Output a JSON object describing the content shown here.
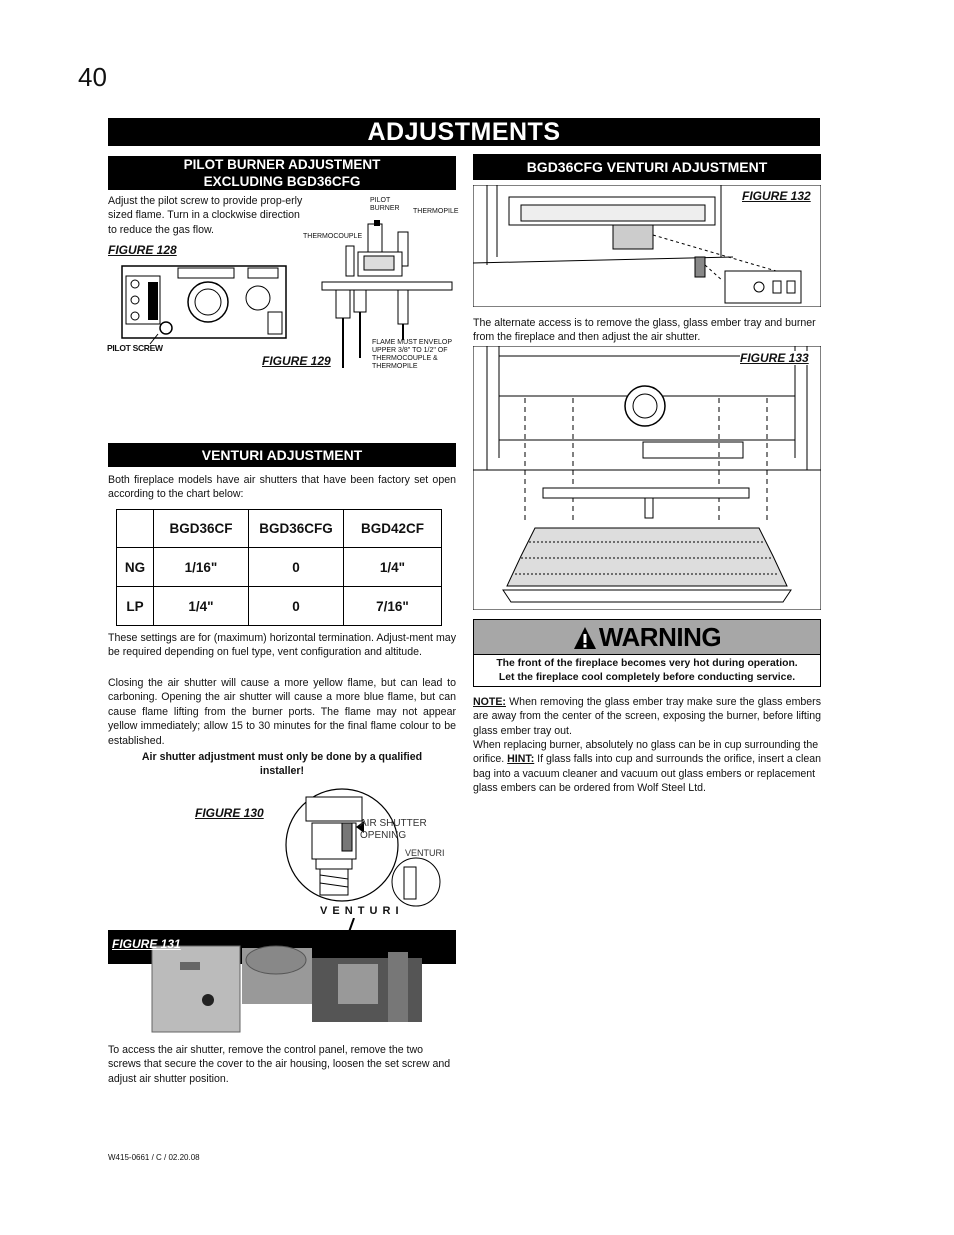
{
  "page_number": "40",
  "title": "ADJUSTMENTS",
  "pilot": {
    "heading_line1": "PILOT BURNER ADJUSTMENT",
    "heading_line2": "EXCLUDING BGD36CFG",
    "text": "Adjust the pilot screw to provide prop-erly sized flame. Turn in a clockwise direction to reduce the gas flow.",
    "figure128": "FIGURE 128",
    "pilot_screw_label": "PILOT SCREW",
    "figure129": "FIGURE 129",
    "label_pilot_burner": "PILOT BURNER",
    "label_thermopile": "THERMOPILE",
    "label_thermocouple": "THERMOCOUPLE",
    "label_flame_note": "FLAME MUST ENVELOP UPPER 3/8\" TO 1/2\" OF THERMOCOUPLE & THERMOPILE"
  },
  "venturi": {
    "heading": "VENTURI ADJUSTMENT",
    "intro": "Both fireplace models have air shutters that have been factory set open according to the chart below:",
    "table": {
      "headers": [
        "BGD36CF",
        "BGD36CFG",
        "BGD42CF"
      ],
      "rows": [
        {
          "label": "NG",
          "values": [
            "1/16\"",
            "0",
            "1/4\""
          ]
        },
        {
          "label": "LP",
          "values": [
            "1/4\"",
            "0",
            "7/16\""
          ]
        }
      ]
    },
    "para1": "These settings are for (maximum) horizontal termination. Adjust-ment may be required depending on fuel type, vent configuration and altitude.",
    "para2": "Closing the air shutter will cause a more yellow flame, but can lead to carboning. Opening the air shutter will cause a more blue flame, but can cause flame lifting from the burner ports. The flame may not appear yellow immediately; allow 15 to 30 minutes for the final flame colour to be established.",
    "qualified_line1": "Air shutter adjustment must only be done by a qualified",
    "qualified_line2": "installer!",
    "figure130": "FIGURE 130",
    "label_air_shutter": "AIR SHUTTER OPENING",
    "label_venturi_small": "VENTURI",
    "label_venturi_big": "V E N T U R I",
    "figure131": "FIGURE 131",
    "access_text": "To access the air shutter, remove the control panel, remove the two screws that secure the cover to the air housing, loosen the set screw and adjust air shutter position."
  },
  "bgd36cfg": {
    "heading": "BGD36CFG VENTURI ADJUSTMENT",
    "figure132": "FIGURE 132",
    "alternate_text": "The alternate access is to remove the glass, glass ember tray and burner from the fireplace and then adjust the air shutter.",
    "figure133": "FIGURE 133"
  },
  "warning": {
    "title": "WARNING",
    "line1": "The front of the fireplace becomes very hot during operation.",
    "line2": "Let the fireplace cool completely before conducting service."
  },
  "note": {
    "note_label": "NOTE:",
    "note_text": " When removing the glass ember tray make sure the glass embers are away from the center of the screen, exposing the burner, before lifting glass ember tray out.",
    "replacing_pre": "When replacing burner, absolutely no glass can be in cup surrounding the orifice. ",
    "hint_label": "HINT:",
    "hint_text": " If glass falls into cup and surrounds the orifice, insert a clean bag into a vacuum cleaner and vacuum out glass embers or replacement glass embers can be ordered from Wolf Steel Ltd."
  },
  "footer": "W415-0661 / C / 02.20.08"
}
